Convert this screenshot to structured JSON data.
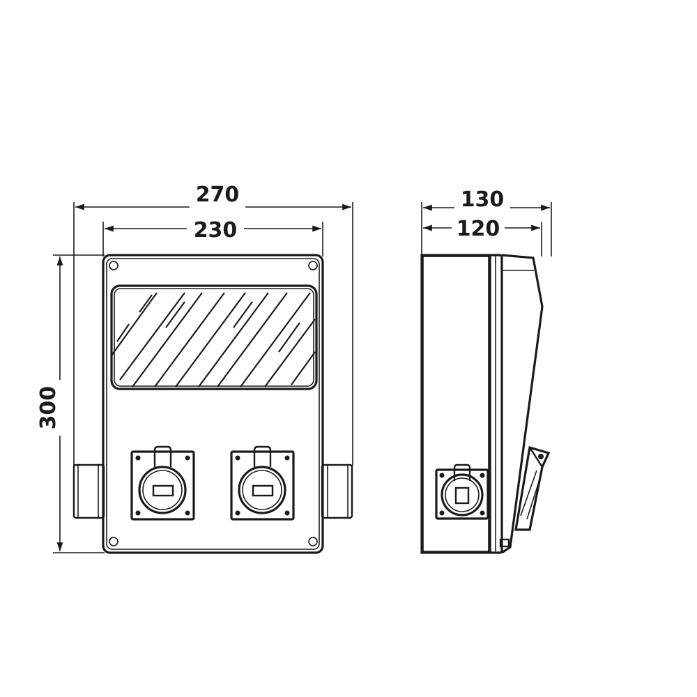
{
  "front_view": {
    "dim_width_outer": "270",
    "dim_width_inner": "230",
    "dim_height": "300"
  },
  "side_view": {
    "dim_depth_outer": "130",
    "dim_depth_inner": "120"
  }
}
